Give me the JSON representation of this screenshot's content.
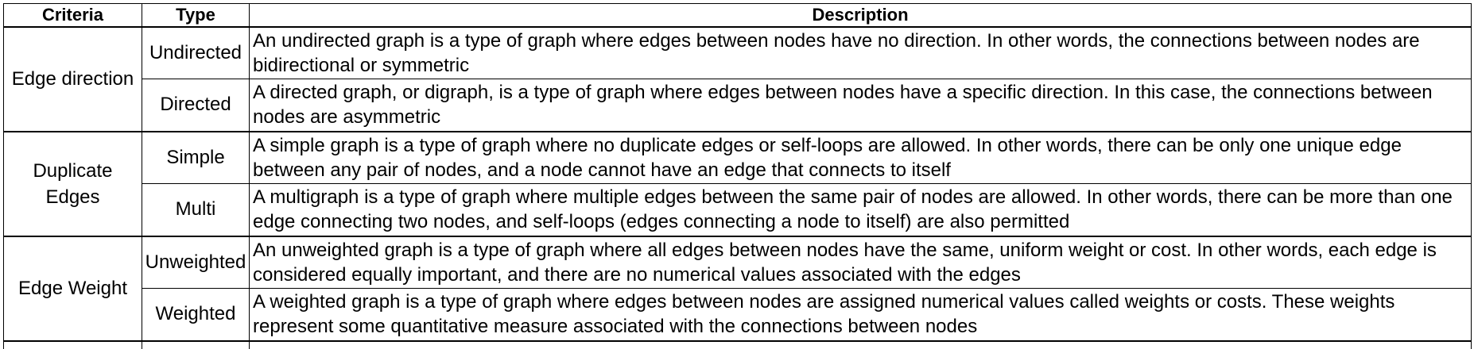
{
  "table": {
    "headers": {
      "criteria": "Criteria",
      "type": "Type",
      "description": "Description"
    },
    "groups": [
      {
        "criteria": "Edge direction",
        "rows": [
          {
            "type": "Undirected",
            "description": "An undirected graph is a type of graph where edges between nodes have no direction. In other words, the connections between nodes are bidirectional or symmetric"
          },
          {
            "type": "Directed",
            "description": "A directed graph, or digraph, is a type of graph where edges between nodes have a specific direction. In this case, the connections between nodes are asymmetric"
          }
        ]
      },
      {
        "criteria": "Duplicate Edges",
        "rows": [
          {
            "type": "Simple",
            "description": "A simple graph is a type of graph where no duplicate edges or self-loops are allowed. In other words, there can be only one unique edge between any pair of nodes, and a node cannot have an edge that connects to itself"
          },
          {
            "type": "Multi",
            "description": "A multigraph is a type of graph where multiple edges between the same pair of nodes are allowed. In other words, there can be more than one edge connecting two nodes, and self-loops (edges connecting a node to itself) are also permitted"
          }
        ]
      },
      {
        "criteria": "Edge Weight",
        "rows": [
          {
            "type": "Unweighted",
            "description": "An unweighted graph is a type of graph where all edges between nodes have the same, uniform weight or cost. In other words, each edge is considered equally important, and there are no numerical values associated with the edges"
          },
          {
            "type": "Weighted",
            "description": "A weighted graph is a type of graph where edges between nodes are assigned numerical values called weights or costs. These weights represent some quantitative measure associated with the connections between nodes"
          }
        ]
      }
    ]
  }
}
